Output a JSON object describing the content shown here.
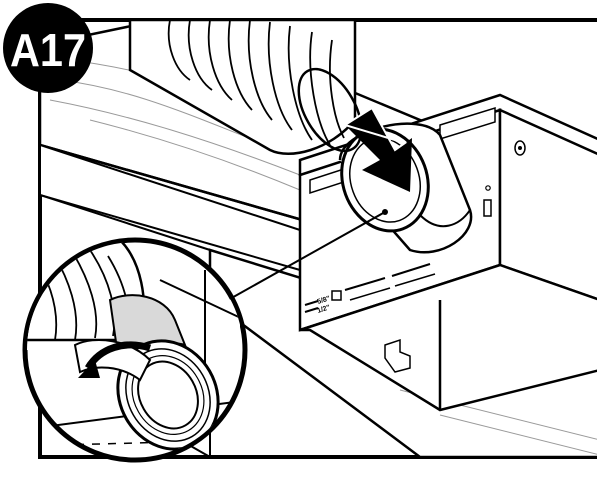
{
  "step_badge": {
    "label": "A17",
    "fill_color": "#000000",
    "text_color": "#ffffff"
  },
  "dimension_label": {
    "top": "5/8\"",
    "bottom": "1/2\""
  },
  "colors": {
    "line": "#000000",
    "background": "#ffffff",
    "shade": "#d9d9d9",
    "dark_shade": "#8c8c8c"
  }
}
